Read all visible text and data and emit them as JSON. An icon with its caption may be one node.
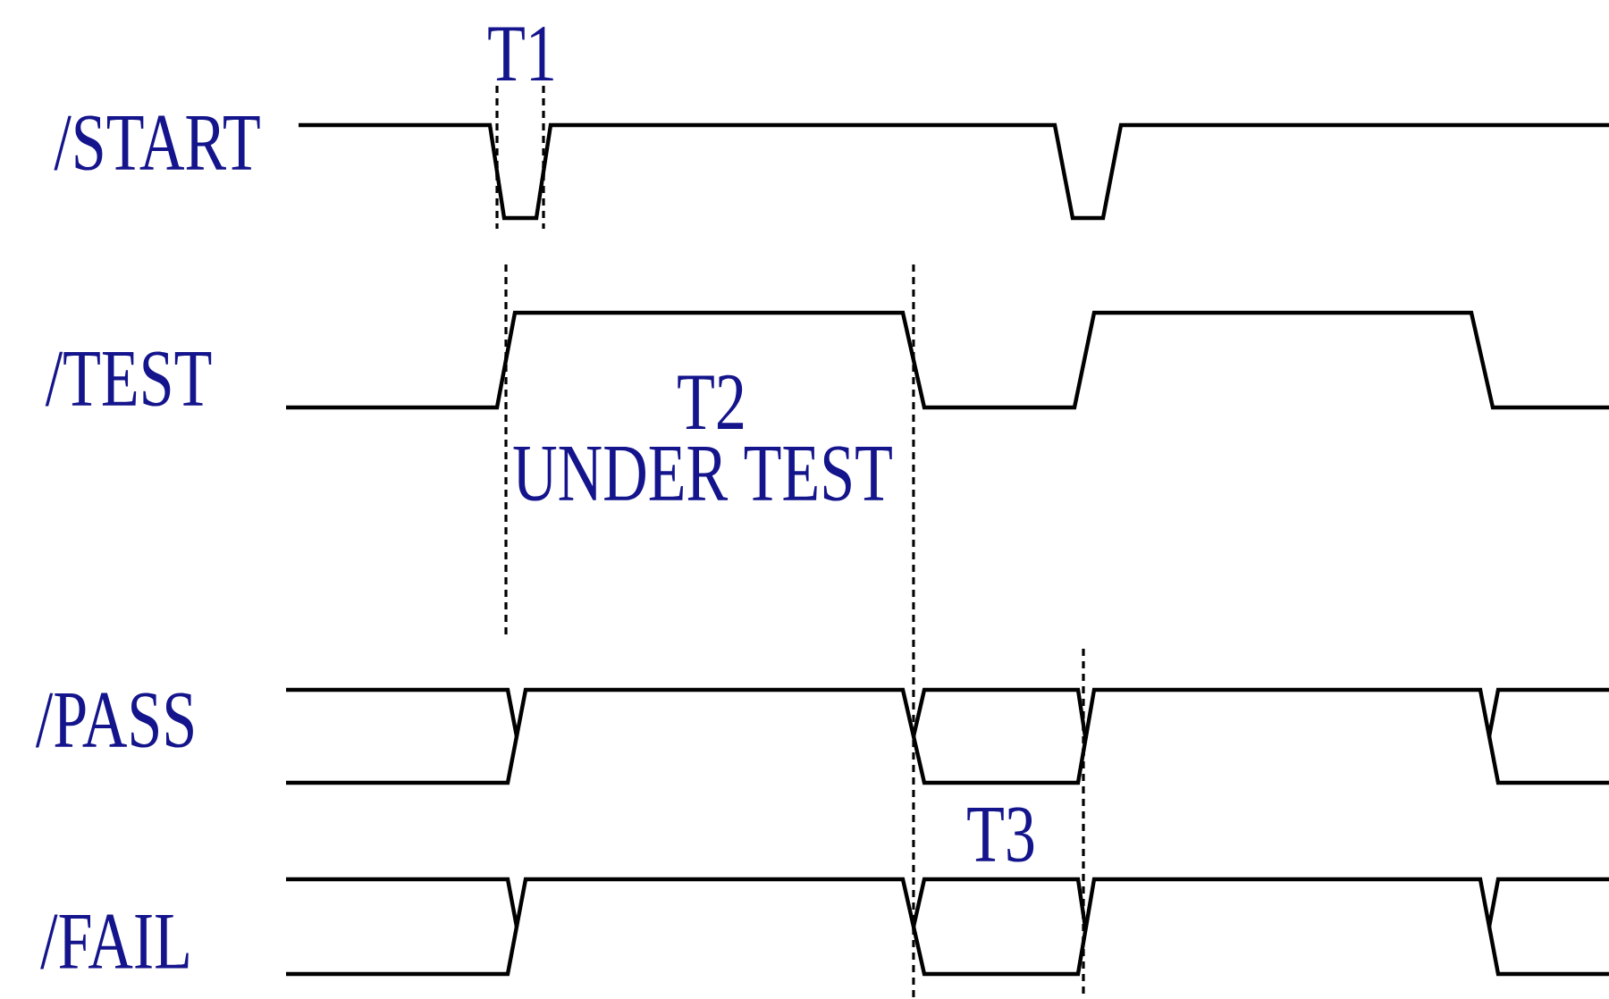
{
  "diagram": {
    "labels": [
      "T1",
      "/START",
      "/TEST",
      "T2",
      "UNDER TEST",
      "/PASS",
      "T3",
      "/FAIL"
    ]
  }
}
